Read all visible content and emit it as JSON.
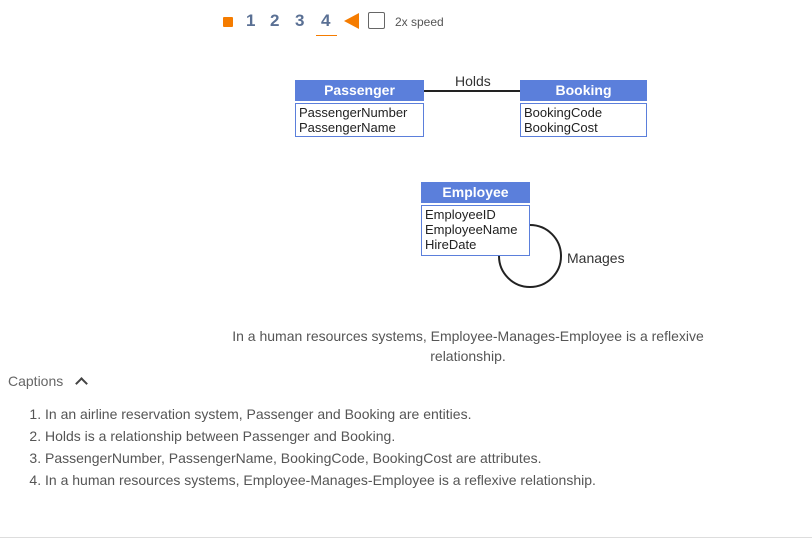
{
  "controls": {
    "steps": [
      "1",
      "2",
      "3",
      "4"
    ],
    "active_step": "4",
    "speed_label": "2x speed",
    "accent": "#f57c00"
  },
  "diagram": {
    "entities": [
      {
        "name": "Passenger",
        "attributes": [
          "PassengerNumber",
          "PassengerName"
        ]
      },
      {
        "name": "Booking",
        "attributes": [
          "BookingCode",
          "BookingCost"
        ]
      },
      {
        "name": "Employee",
        "attributes": [
          "EmployeeID",
          "EmployeeName",
          "HireDate"
        ]
      }
    ],
    "relationships": [
      "Holds",
      "Manages"
    ]
  },
  "step_caption": "In a human resources systems, Employee-Manages-Employee is a reflexive relationship.",
  "captions": {
    "label": "Captions",
    "items": [
      "In an airline reservation system, Passenger and Booking are entities.",
      "Holds is a relationship between Passenger and Booking.",
      "PassengerNumber, PassengerName, BookingCode, BookingCost are attributes.",
      "In a human resources systems, Employee-Manages-Employee is a reflexive relationship."
    ]
  }
}
